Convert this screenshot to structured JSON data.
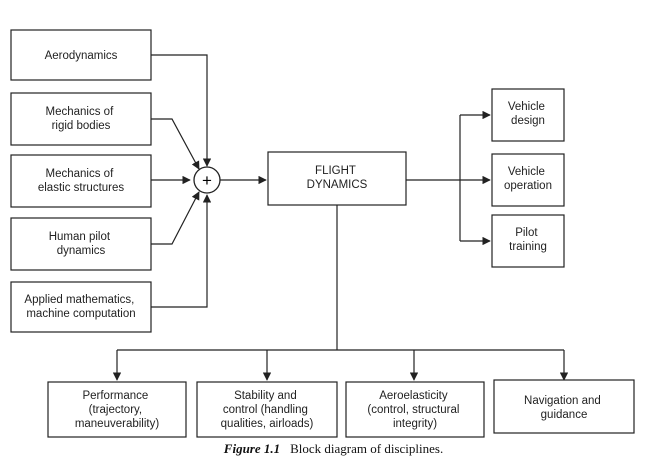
{
  "inputs": [
    {
      "id": "aero",
      "lines": [
        "Aerodynamics"
      ]
    },
    {
      "id": "rigid",
      "lines": [
        "Mechanics of",
        "rigid bodies"
      ]
    },
    {
      "id": "elastic",
      "lines": [
        "Mechanics of",
        "elastic structures"
      ]
    },
    {
      "id": "pilot",
      "lines": [
        "Human pilot",
        "dynamics"
      ]
    },
    {
      "id": "math",
      "lines": [
        "Applied mathematics,",
        "machine computation"
      ]
    }
  ],
  "summing_symbol": "+",
  "center": {
    "lines": [
      "FLIGHT",
      "DYNAMICS"
    ]
  },
  "outputs": [
    {
      "id": "design",
      "lines": [
        "Vehicle",
        "design"
      ]
    },
    {
      "id": "operation",
      "lines": [
        "Vehicle",
        "operation"
      ]
    },
    {
      "id": "training",
      "lines": [
        "Pilot",
        "training"
      ]
    }
  ],
  "bottom": [
    {
      "id": "performance",
      "lines": [
        "Performance",
        "(trajectory,",
        "maneuverability)"
      ]
    },
    {
      "id": "stability",
      "lines": [
        "Stability and",
        "control (handling",
        "qualities, airloads)"
      ]
    },
    {
      "id": "aeroelasticity",
      "lines": [
        "Aeroelasticity",
        "(control, structural",
        "integrity)"
      ]
    },
    {
      "id": "navigation",
      "lines": [
        "Navigation and",
        "guidance"
      ]
    }
  ],
  "caption": {
    "figure": "Figure 1.1",
    "text": "Block diagram of disciplines."
  }
}
